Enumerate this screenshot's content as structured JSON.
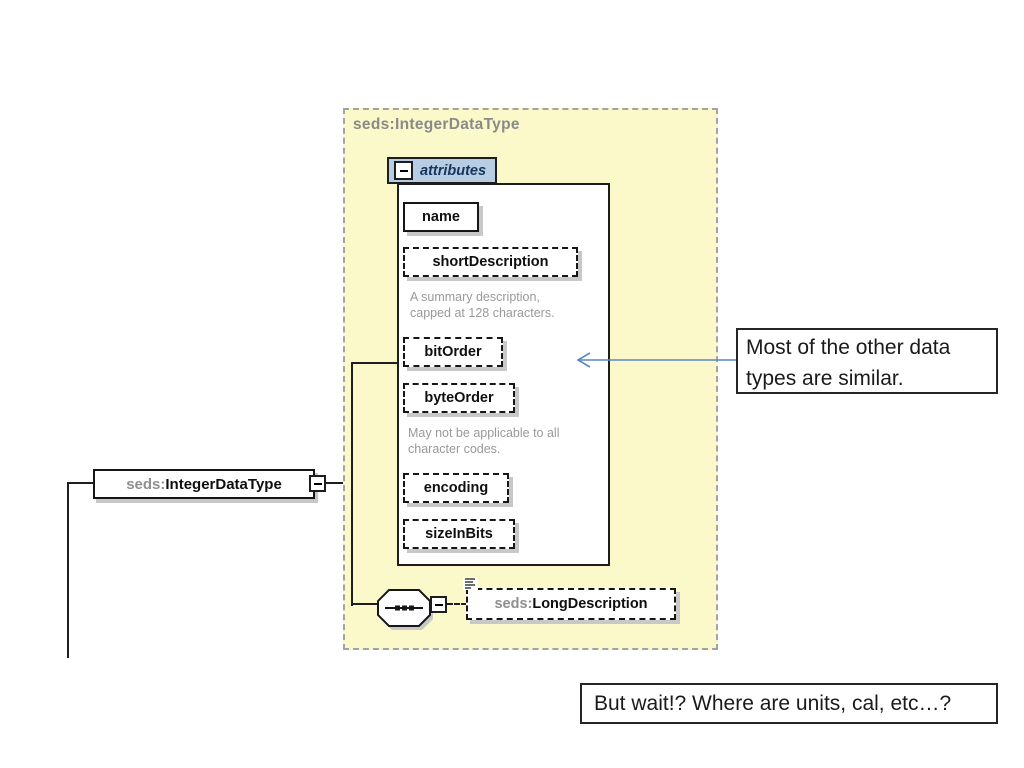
{
  "container": {
    "title": "seds:IntegerDataType"
  },
  "attributes_group": {
    "header": "attributes",
    "items": [
      {
        "label": "name",
        "required": true
      },
      {
        "label": "shortDescription",
        "required": false
      },
      {
        "label": "bitOrder",
        "required": false
      },
      {
        "label": "byteOrder",
        "required": false
      },
      {
        "label": "encoding",
        "required": false
      },
      {
        "label": "sizeInBits",
        "required": false
      }
    ],
    "note_short_description": "A summary description, capped at 128 characters.",
    "note_byte_order": "May not be applicable to all character codes."
  },
  "element": {
    "prefix": "seds:",
    "name": "IntegerDataType"
  },
  "long_description": {
    "prefix": "seds:",
    "name": "LongDescription"
  },
  "callouts": {
    "similar": "Most of the other data types are similar.",
    "units": "But wait!? Where are units, cal, etc…?"
  },
  "colors": {
    "container_bg": "#fbf8c9",
    "container_border": "#a3a3a3",
    "attributes_header_bg": "#b8cce4",
    "attributes_header_text": "#17365d",
    "box_shadow": "#c8c8c8",
    "arrow": "#5b87c0",
    "note_text": "#9a9a9a",
    "title_text": "#8a8a8a"
  }
}
